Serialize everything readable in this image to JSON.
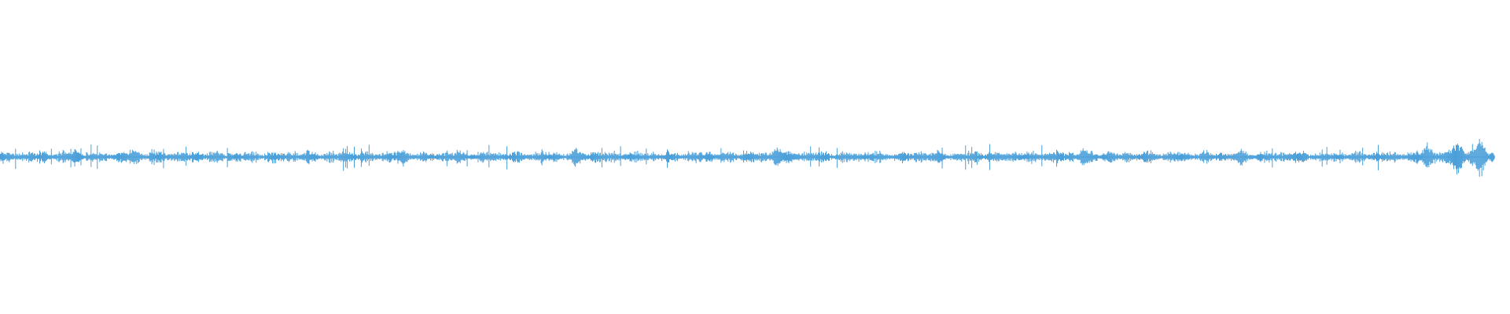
{
  "waveform": {
    "color": "#4a9fd9",
    "background": "#ffffff",
    "seed": 20240611,
    "total_bars": 1920,
    "drawn_width_fraction": 0.99,
    "bursts": [
      {
        "position": 0.05,
        "level": 0.55
      },
      {
        "position": 0.09,
        "level": 0.5
      },
      {
        "position": 0.27,
        "level": 0.5
      },
      {
        "position": 0.385,
        "level": 0.5
      },
      {
        "position": 0.52,
        "level": 0.6
      },
      {
        "position": 0.725,
        "level": 0.55
      },
      {
        "position": 0.83,
        "level": 0.5
      },
      {
        "position": 0.955,
        "level": 0.65
      },
      {
        "position": 0.975,
        "level": 0.95
      },
      {
        "position": 0.99,
        "level": 1.0
      }
    ]
  }
}
